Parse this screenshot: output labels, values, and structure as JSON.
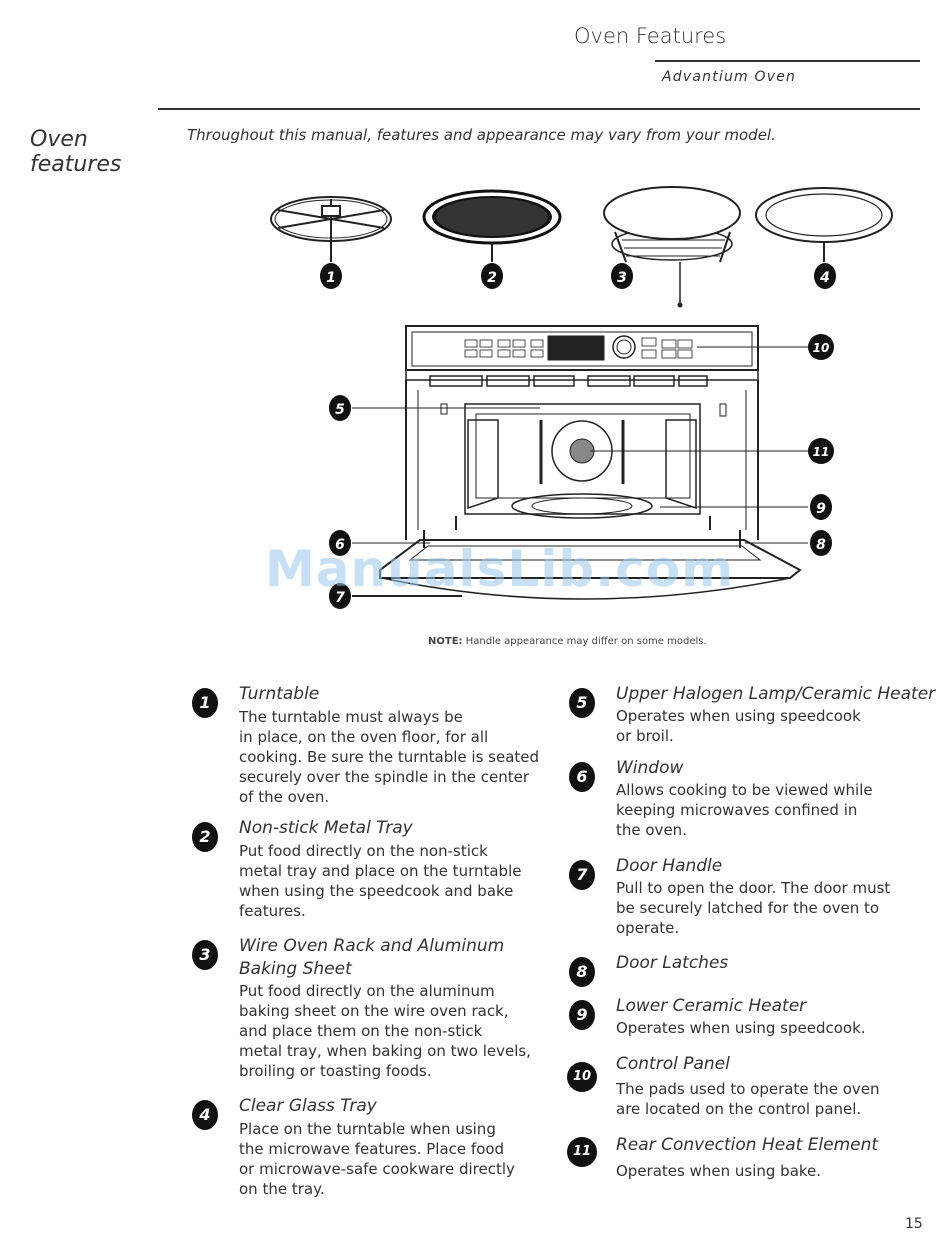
{
  "header": {
    "title": "Oven Features",
    "subtitle": "Advantium Oven"
  },
  "side_heading": [
    "Oven",
    "features"
  ],
  "intro": "Throughout this manual, features and appearance may vary from your model.",
  "diagram": {
    "callouts": [
      "1",
      "2",
      "3",
      "4",
      "5",
      "6",
      "7",
      "8",
      "9",
      "10",
      "11"
    ]
  },
  "note": {
    "label": "NOTE:",
    "text": "Handle appearance may differ on some models."
  },
  "watermark": "ManualsLib.com",
  "features": [
    {
      "num": "1",
      "title": "Turntable",
      "body": "The turntable must always be\nin place, on the oven floor, for all\ncooking. Be sure the turntable is seated\nsecurely over the spindle in the center\nof the oven."
    },
    {
      "num": "2",
      "title": "Non-stick Metal Tray",
      "body": "Put food directly on the non-stick\nmetal tray and place on the turntable\nwhen using the speedcook and bake\nfeatures."
    },
    {
      "num": "3",
      "title": "Wire Oven Rack and Aluminum\nBaking Sheet",
      "body": "Put food directly on the aluminum\nbaking sheet on the wire oven rack,\nand place them on the non-stick\nmetal tray, when baking on two levels,\nbroiling or toasting foods."
    },
    {
      "num": "4",
      "title": "Clear Glass Tray",
      "body": "Place on the turntable when using\nthe microwave features. Place food\nor microwave-safe cookware directly\non the tray."
    },
    {
      "num": "5",
      "title": "Upper Halogen Lamp/Ceramic Heater",
      "body": "Operates when using speedcook\nor broil."
    },
    {
      "num": "6",
      "title": "Window",
      "body": "Allows cooking to be viewed while\nkeeping microwaves confined in\nthe oven."
    },
    {
      "num": "7",
      "title": "Door Handle",
      "body": "Pull to open the door. The door must\nbe securely latched for the oven to\noperate."
    },
    {
      "num": "8",
      "title": "Door Latches",
      "body": ""
    },
    {
      "num": "9",
      "title": "Lower Ceramic Heater",
      "body": "Operates when using speedcook."
    },
    {
      "num": "10",
      "title": "Control Panel",
      "body": "The pads used to operate the oven\nare located on the control panel."
    },
    {
      "num": "11",
      "title": "Rear Convection Heat Element",
      "body": "Operates when using bake."
    }
  ],
  "page_number": "15"
}
